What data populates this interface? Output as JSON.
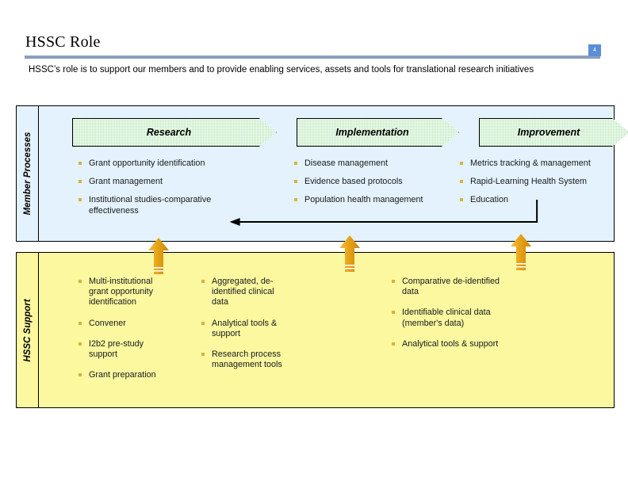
{
  "header": {
    "title": "HSSC Role",
    "page_number": "4",
    "subtitle": "HSSC’s  role is to support our members and to provide enabling services, assets and tools  for translational research initiatives"
  },
  "colors": {
    "member_panel_bg": "#e3f2fd",
    "support_panel_bg": "#fbf8a0",
    "chevron_fill": "#a9e3a9",
    "bullet_marker": "#d3b53c",
    "arrow_orange": "#e8a317",
    "badge_blue": "#5b8ed6",
    "title_rule": "#93a9c4"
  },
  "member_processes": {
    "rail_label": "Member Processes",
    "stages": [
      {
        "label": "Research",
        "bullets": [
          "Grant opportunity identification",
          "Grant management",
          "Institutional studies-comparative effectiveness"
        ]
      },
      {
        "label": "Implementation",
        "bullets": [
          "Disease management",
          "Evidence based protocols",
          "Population health management"
        ]
      },
      {
        "label": "Improvement",
        "bullets": [
          "Metrics tracking & management",
          "Rapid-Learning Health System",
          "Education"
        ]
      }
    ]
  },
  "hssc_support": {
    "rail_label": "HSSC Support",
    "columns": [
      {
        "bullets": [
          "Multi-institutional grant opportunity identification",
          "Convener",
          "I2b2 pre-study support",
          "Grant preparation"
        ]
      },
      {
        "bullets": [
          "Aggregated, de-identified clinical data",
          "Analytical tools & support",
          "Research process management tools"
        ]
      },
      {
        "bullets": [
          "Comparative de-identified data",
          "Identifiable clinical data (member's data)",
          "Analytical tools & support"
        ]
      }
    ]
  },
  "connectors": {
    "feedback_arrow_name": "improvement-to-research-feedback-arrow",
    "support_arrows": [
      "support-arrow-research",
      "support-arrow-implementation",
      "support-arrow-improvement"
    ]
  }
}
